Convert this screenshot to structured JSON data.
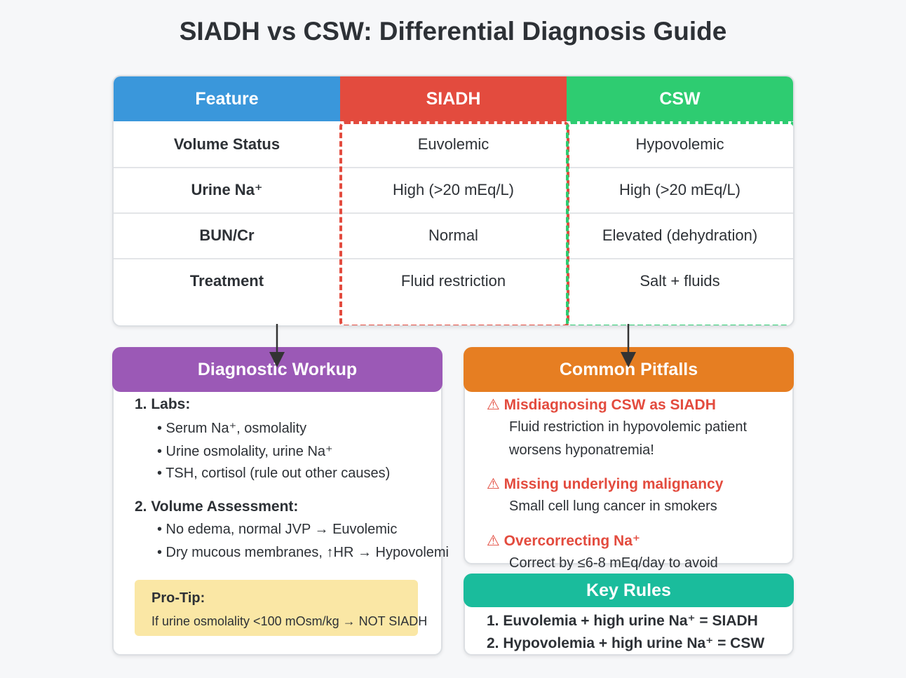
{
  "title": "SIADH vs CSW: Differential Diagnosis Guide",
  "table": {
    "headers": [
      "Feature",
      "SIADH",
      "CSW"
    ],
    "rows": [
      [
        "Volume Status",
        "Euvolemic",
        "Hypovolemic"
      ],
      [
        "Urine Na⁺",
        "High (>20 mEq/L)",
        "High (>20 mEq/L)"
      ],
      [
        "BUN/Cr",
        "Normal",
        "Elevated (dehydration)"
      ],
      [
        "Treatment",
        "Fluid restriction",
        "Salt + fluids"
      ]
    ]
  },
  "workup": {
    "title": "Diagnostic Workup",
    "labs_heading": "1. Labs:",
    "labs": [
      "• Serum Na⁺, osmolality",
      "• Urine osmolality, urine Na⁺",
      "• TSH, cortisol (rule out other causes)"
    ],
    "volume_heading": "2. Volume Assessment:",
    "volume": [
      "• No edema, normal JVP → Euvolemic",
      "• Dry mucous membranes, ↑HR → Hypovolemi"
    ],
    "protip_label": "Pro-Tip:",
    "protip_text": "If urine osmolality <100 mOsm/kg → NOT SIADH"
  },
  "pitfalls": {
    "title": "Common Pitfalls",
    "items": [
      {
        "heading": "⚠ Misdiagnosing CSW as SIADH",
        "lines": [
          "Fluid restriction in hypovolemic patient",
          "worsens hyponatremia!"
        ]
      },
      {
        "heading": "⚠ Missing underlying malignancy",
        "lines": [
          "Small cell lung cancer in smokers"
        ]
      },
      {
        "heading": "⚠ Overcorrecting Na⁺",
        "lines": [
          "Correct by ≤6-8 mEq/day to avoid"
        ]
      }
    ]
  },
  "rules": {
    "title": "Key Rules",
    "items": [
      "1. Euvolemia + high urine Na⁺ = SIADH",
      "2. Hypovolemia + high urine Na⁺ = CSW"
    ]
  },
  "colors": {
    "feature": "#3a97db",
    "siadh": "#e34b3e",
    "csw": "#2ecc71",
    "workup": "#9b59b6",
    "pitfalls": "#e67e22",
    "rules": "#1abc9c",
    "protip": "#fae7a5"
  }
}
